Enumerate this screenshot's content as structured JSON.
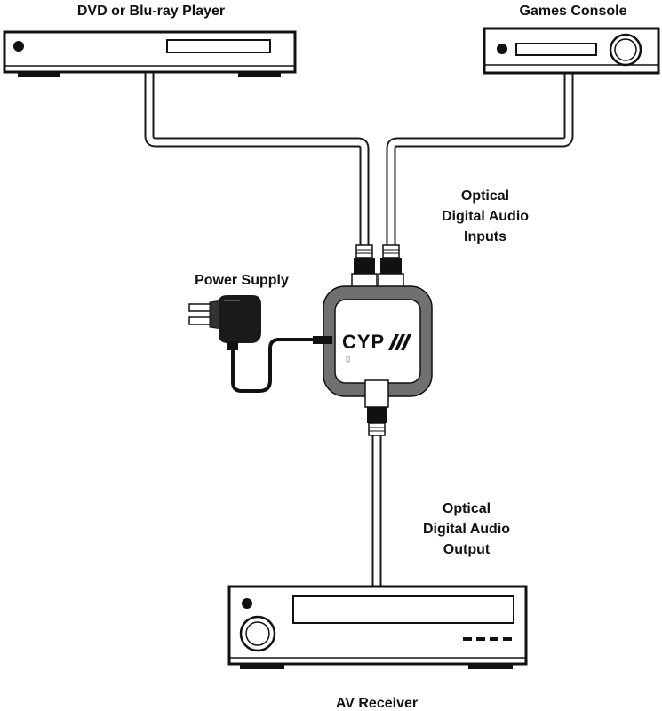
{
  "devices": {
    "dvd_player": {
      "label": "DVD or Blu-ray Player"
    },
    "games_console": {
      "label": "Games Console"
    },
    "av_receiver": {
      "label": "AV Receiver"
    },
    "power_supply": {
      "label": "Power Supply"
    }
  },
  "ports": {
    "inputs": {
      "line1": "Optical",
      "line2": "Digital Audio",
      "line3": "Inputs"
    },
    "output": {
      "line1": "Optical",
      "line2": "Digital Audio",
      "line3": "Output"
    }
  },
  "switch": {
    "logo": "CYP"
  },
  "icons": [
    "dvd-player-icon",
    "games-console-icon",
    "av-receiver-icon",
    "power-adapter-icon",
    "optical-switch-icon"
  ]
}
